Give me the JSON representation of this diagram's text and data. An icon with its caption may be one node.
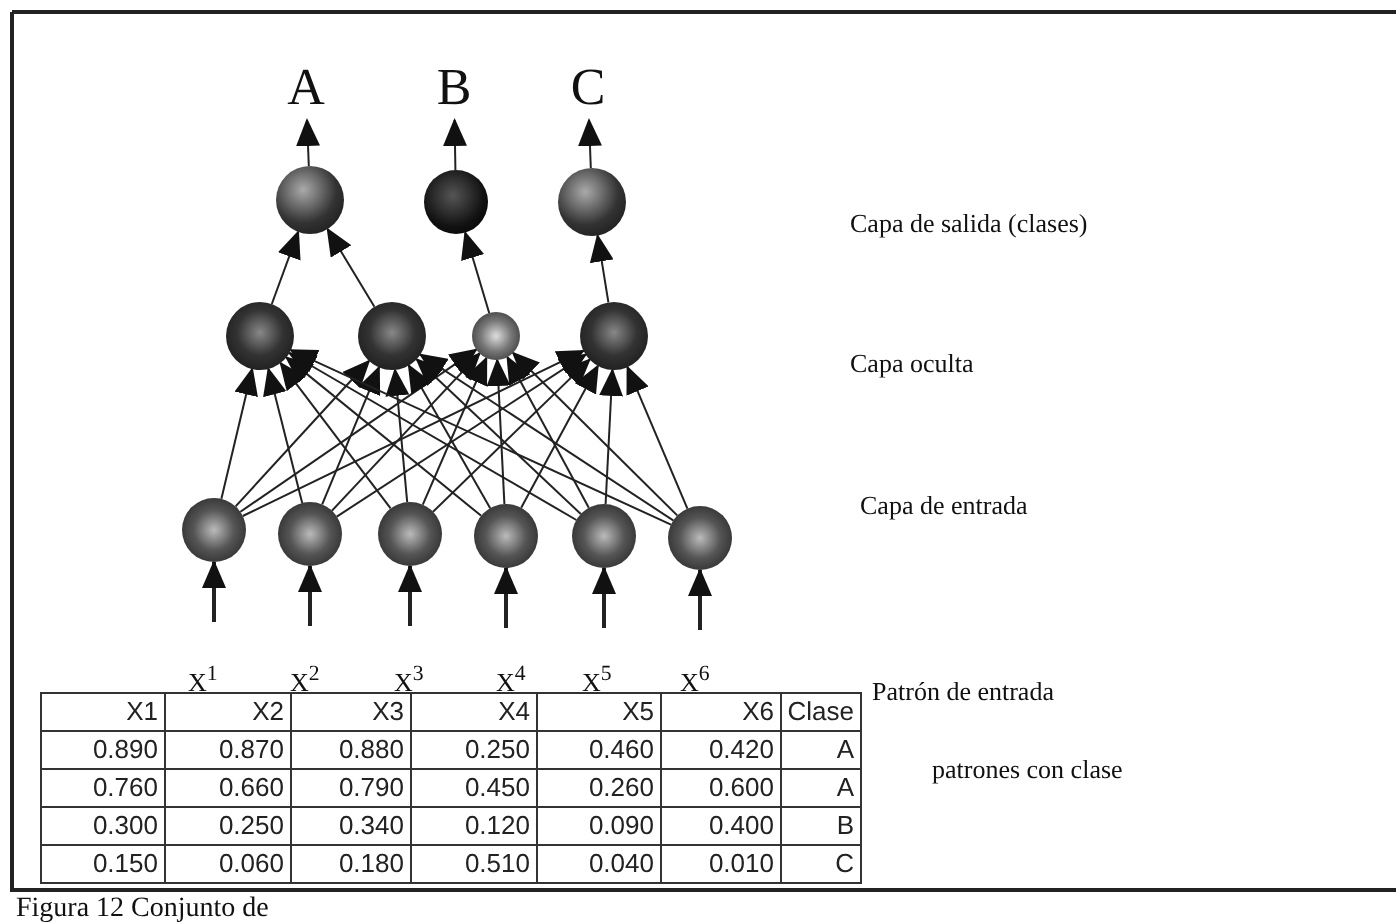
{
  "diagram": {
    "caption": "Figura 12 Conjunto de",
    "nodes": [
      {
        "text": [
          "A"
        ]
      },
      {
        "text": [
          "B"
        ]
      },
      {
        "text": [
          "C"
        ]
      },
      {
        "text": [],
        "shape": "circle"
      },
      {
        "text": [],
        "shape": "circle"
      },
      {
        "text": [],
        "shape": "circle"
      },
      {
        "text": [],
        "shape": "circle"
      },
      {
        "text": [],
        "shape": "circle"
      },
      {
        "text": [],
        "shape": "circle"
      },
      {
        "text": [],
        "shape": "circle"
      },
      {
        "text": [],
        "shape": "circle"
      },
      {
        "text": [],
        "shape": "circle"
      },
      {
        "text": [],
        "shape": "circle"
      },
      {
        "text": [],
        "shape": "circle"
      },
      {
        "text": [],
        "shape": "circle"
      },
      {
        "text": [],
        "shape": "circle"
      }
    ],
    "edges": [
      {
        "from": 3,
        "to": 0,
        "arrow": "to"
      },
      {
        "from": 4,
        "to": 1,
        "arrow": "to"
      },
      {
        "from": 5,
        "to": 2,
        "arrow": "to"
      },
      {
        "from": 6,
        "to": 3,
        "arrow": "to"
      },
      {
        "from": 7,
        "to": 3,
        "arrow": "to"
      },
      {
        "from": 8,
        "to": 4,
        "arrow": "to"
      },
      {
        "from": 9,
        "to": 5,
        "arrow": "to"
      },
      {
        "from": 10,
        "to": 6,
        "arrow": "to"
      },
      {
        "from": 10,
        "to": 7,
        "arrow": "to"
      },
      {
        "from": 10,
        "to": 8,
        "arrow": "to"
      },
      {
        "from": 10,
        "to": 9,
        "arrow": "to"
      },
      {
        "from": 11,
        "to": 6,
        "arrow": "to"
      },
      {
        "from": 11,
        "to": 7,
        "arrow": "to"
      },
      {
        "from": 11,
        "to": 8,
        "arrow": "to"
      },
      {
        "from": 11,
        "to": 9,
        "arrow": "to"
      },
      {
        "from": 12,
        "to": 6,
        "arrow": "to"
      },
      {
        "from": 12,
        "to": 7,
        "arrow": "to"
      },
      {
        "from": 12,
        "to": 8,
        "arrow": "to"
      },
      {
        "from": 12,
        "to": 9,
        "arrow": "to"
      },
      {
        "from": 13,
        "to": 6,
        "arrow": "to"
      },
      {
        "from": 13,
        "to": 7,
        "arrow": "to"
      },
      {
        "from": 13,
        "to": 8,
        "arrow": "to"
      },
      {
        "from": 13,
        "to": 9,
        "arrow": "to"
      },
      {
        "from": 14,
        "to": 6,
        "arrow": "to"
      },
      {
        "from": 14,
        "to": 7,
        "arrow": "to"
      },
      {
        "from": 14,
        "to": 8,
        "arrow": "to"
      },
      {
        "from": 14,
        "to": 9,
        "arrow": "to"
      },
      {
        "from": 15,
        "to": 6,
        "arrow": "to"
      },
      {
        "from": 15,
        "to": 7,
        "arrow": "to"
      },
      {
        "from": 15,
        "to": 8,
        "arrow": "to"
      },
      {
        "from": 15,
        "to": 9,
        "arrow": "to"
      },
      {
        "from": null,
        "to": 10,
        "arrow": "to"
      },
      {
        "from": null,
        "to": 11,
        "arrow": "to"
      },
      {
        "from": null,
        "to": 12,
        "arrow": "to"
      },
      {
        "from": null,
        "to": 13,
        "arrow": "to"
      },
      {
        "from": null,
        "to": 14,
        "arrow": "to"
      },
      {
        "from": null,
        "to": 15,
        "arrow": "to"
      }
    ],
    "labels": [
      "Capa de salida (clases)",
      "Capa oculta",
      "Capa de entrada",
      "X$^{1}$",
      "X$^{2}$",
      "X$^{3}$",
      "X$^{4}$",
      "X$^{5}$",
      "X$^{6}$",
      "Patrón de entrada",
      "X1",
      "X2",
      "X3",
      "X4",
      "X5",
      "X6",
      "Clase",
      "0.890",
      "0.870",
      "0.880",
      "0.250",
      "0.460",
      "0.420",
      "A",
      "0.760",
      "0.660",
      "0.790",
      "0.450",
      "0.260",
      "0.600",
      "A",
      "0.300",
      "0.250",
      "0.340",
      "0.120",
      "0.090",
      "0.400",
      "B",
      "0.150",
      "0.060",
      "0.180",
      "0.510",
      "0.040",
      "0.010",
      "C",
      "patrones con clase"
    ]
  }
}
